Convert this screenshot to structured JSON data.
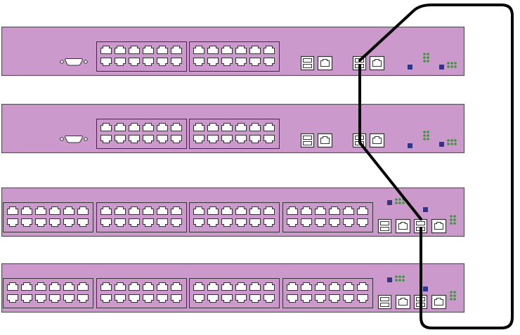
{
  "diagram": {
    "type": "network-switch-stack",
    "switches": [
      {
        "id": "switch-1",
        "model_class": "24-port",
        "rj45_ports": 24,
        "console_port": true,
        "sfp_ports": 2
      },
      {
        "id": "switch-2",
        "model_class": "24-port",
        "rj45_ports": 24,
        "console_port": true,
        "sfp_ports": 2
      },
      {
        "id": "switch-3",
        "model_class": "48-port",
        "rj45_ports": 48,
        "console_port": false,
        "sfp_ports": 2
      },
      {
        "id": "switch-4",
        "model_class": "48-port",
        "rj45_ports": 48,
        "console_port": false,
        "sfp_ports": 2
      }
    ],
    "stacking_links": [
      {
        "from": "switch-1",
        "to": "switch-2"
      },
      {
        "from": "switch-2",
        "to": "switch-3"
      },
      {
        "from": "switch-3",
        "to": "switch-4"
      },
      {
        "from": "switch-4",
        "to": "switch-1",
        "note": "return loop"
      }
    ],
    "colors": {
      "chassis": "#cc99cc",
      "chassis_border": "#555555",
      "port_fill": "#ffffff",
      "port_stroke": "#333333",
      "led_green": "#339933",
      "indicator_navy": "#333388",
      "cable": "#000000"
    }
  }
}
